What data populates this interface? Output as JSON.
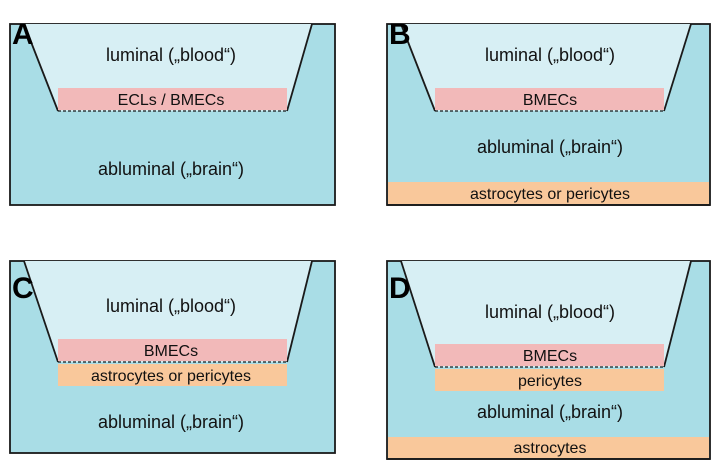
{
  "colors": {
    "abluminal_fill": "#a9dde6",
    "luminal_fill": "#d7eff4",
    "bmec_fill": "#f2b9b9",
    "support_cell_fill": "#f9c89b",
    "outline": "#1a1a1a"
  },
  "panels": {
    "A": {
      "letter": "A",
      "luminal": "luminal („blood“)",
      "membrane_cells": "ECLs / BMECs",
      "abluminal": "abluminal („brain“)"
    },
    "B": {
      "letter": "B",
      "luminal": "luminal („blood“)",
      "membrane_cells": "BMECs",
      "abluminal": "abluminal („brain“)",
      "bottom_cells": "astrocytes or pericytes"
    },
    "C": {
      "letter": "C",
      "luminal": "luminal („blood“)",
      "membrane_cells": "BMECs",
      "under_membrane_cells": "astrocytes or pericytes",
      "abluminal": "abluminal („brain“)"
    },
    "D": {
      "letter": "D",
      "luminal": "luminal („blood“)",
      "membrane_cells": "BMECs",
      "under_membrane_cells": "pericytes",
      "abluminal": "abluminal („brain“)",
      "bottom_cells": "astrocytes"
    }
  }
}
